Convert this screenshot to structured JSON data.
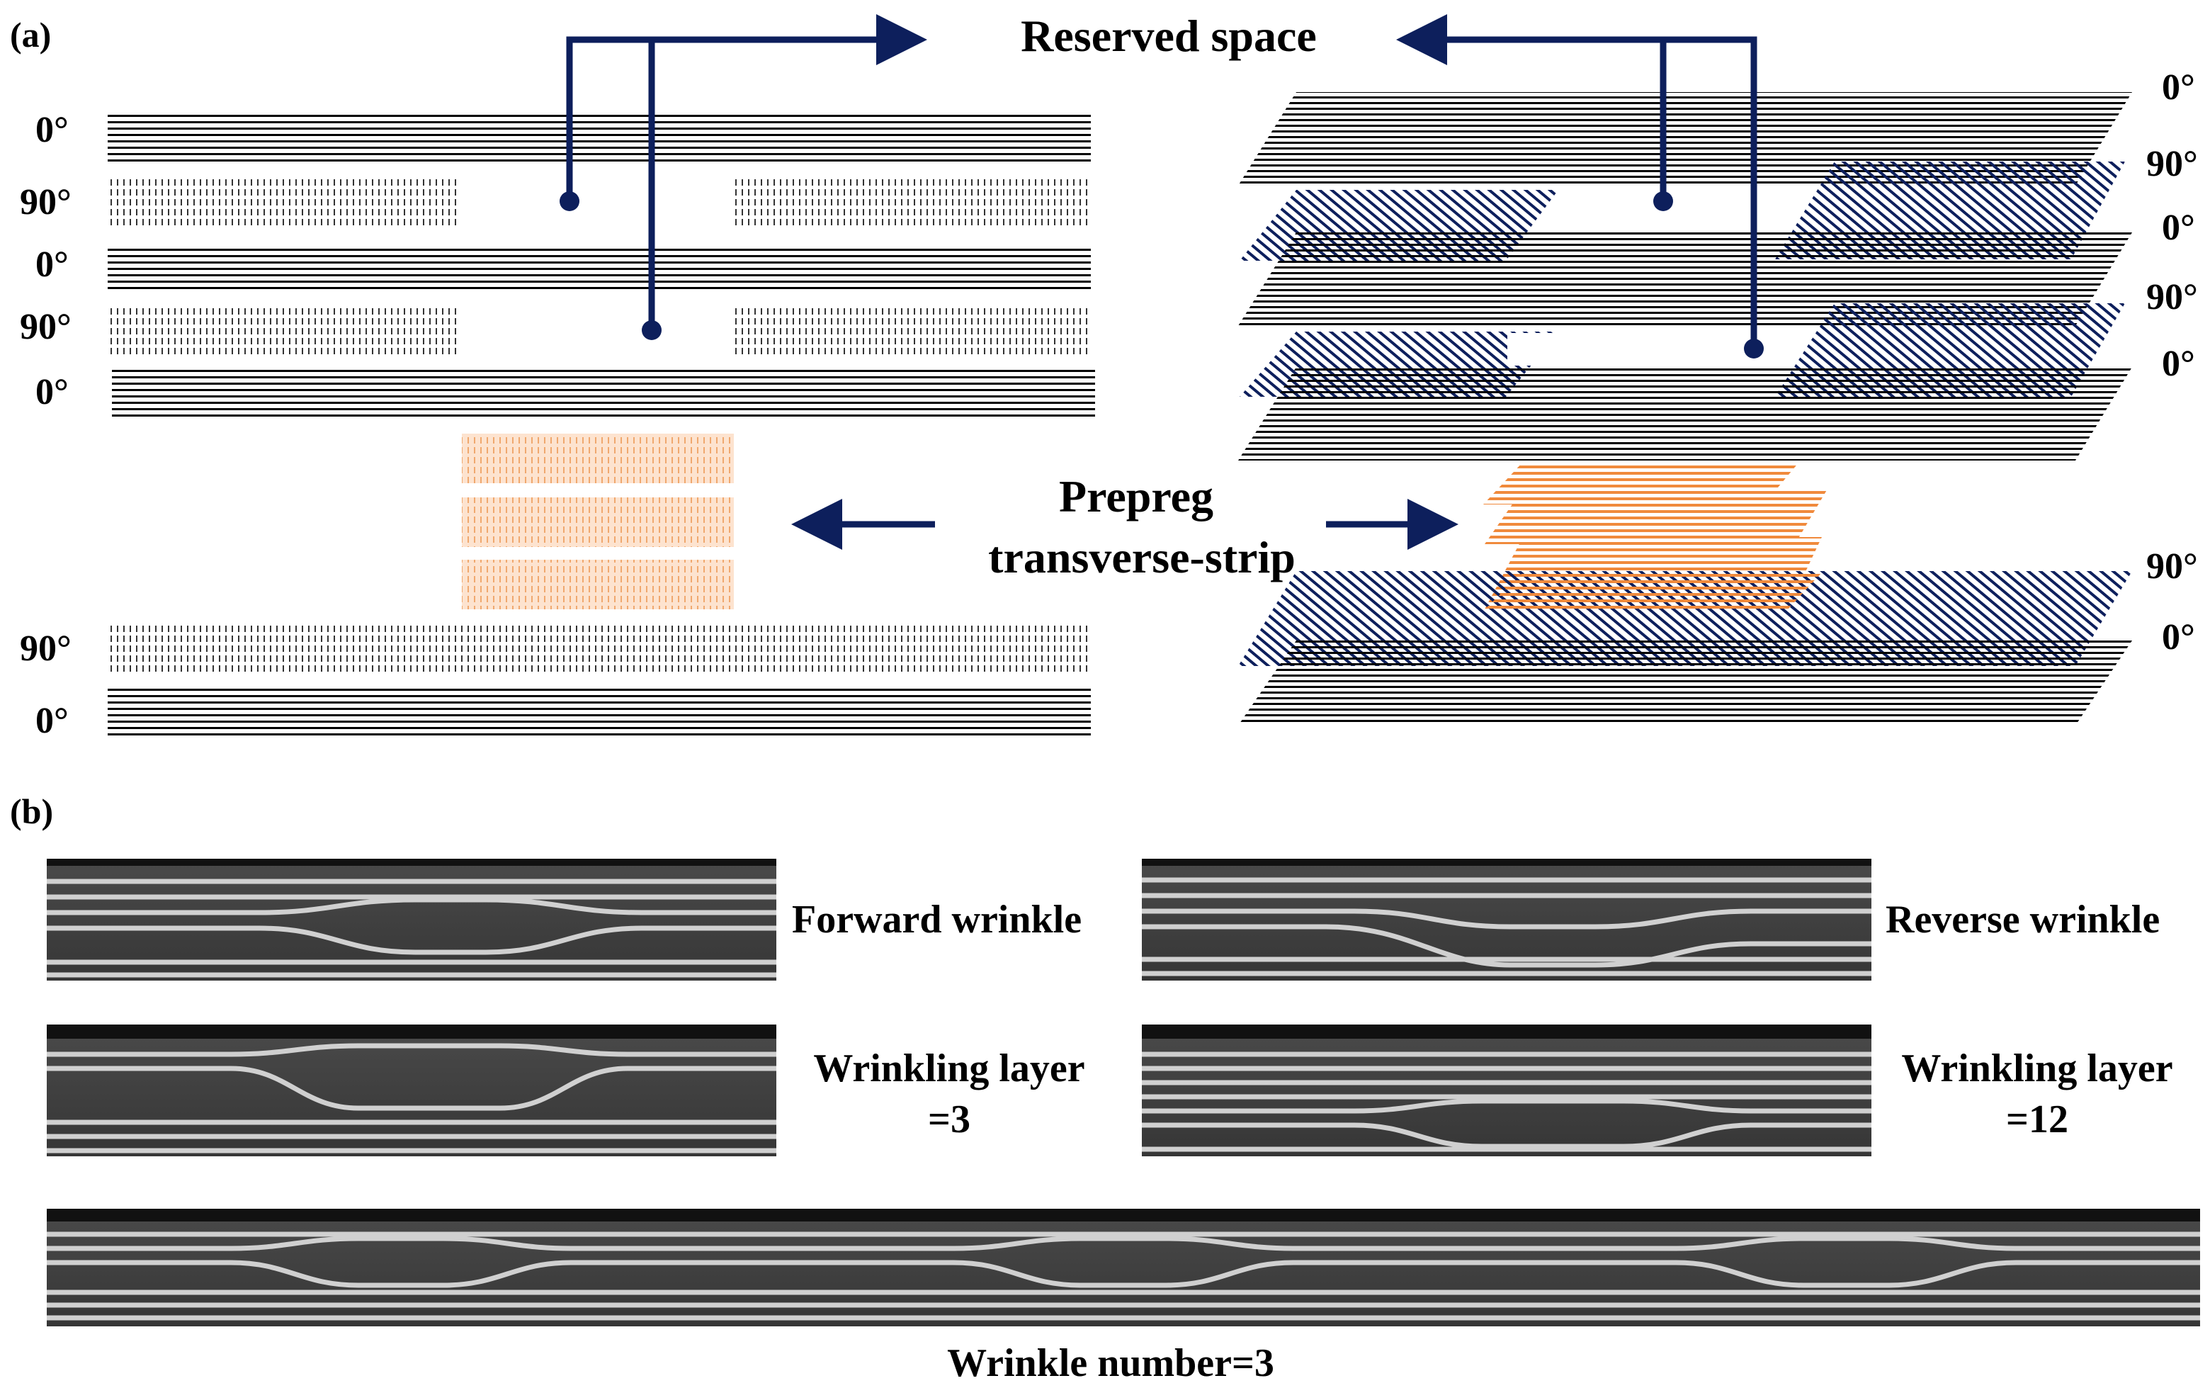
{
  "panel_a": {
    "label": "(a)",
    "reserved_space": "Reserved space",
    "prepreg_line1": "Prepreg",
    "prepreg_line2": "transverse-strip",
    "left_angles": [
      "0°",
      "90°",
      "0°",
      "90°",
      "0°",
      "90°",
      "0°"
    ],
    "right_angles": [
      "0°",
      "90°",
      "0°",
      "90°",
      "0°",
      "90°",
      "0°"
    ]
  },
  "panel_b": {
    "label": "(b)",
    "forward": "Forward wrinkle",
    "reverse": "Reverse wrinkle",
    "layer3_line1": "Wrinkling layer",
    "layer3_line2": "=3",
    "layer12_line1": "Wrinkling layer",
    "layer12_line2": "=12",
    "number": "Wrinkle number=3"
  },
  "colors": {
    "navy": "#0d1f5c",
    "orange": "#f08a3c",
    "orange_fill": "#fde3cf",
    "black": "#000000",
    "micro_dark": "#3d3d3d",
    "micro_light": "#cfcfcf"
  }
}
